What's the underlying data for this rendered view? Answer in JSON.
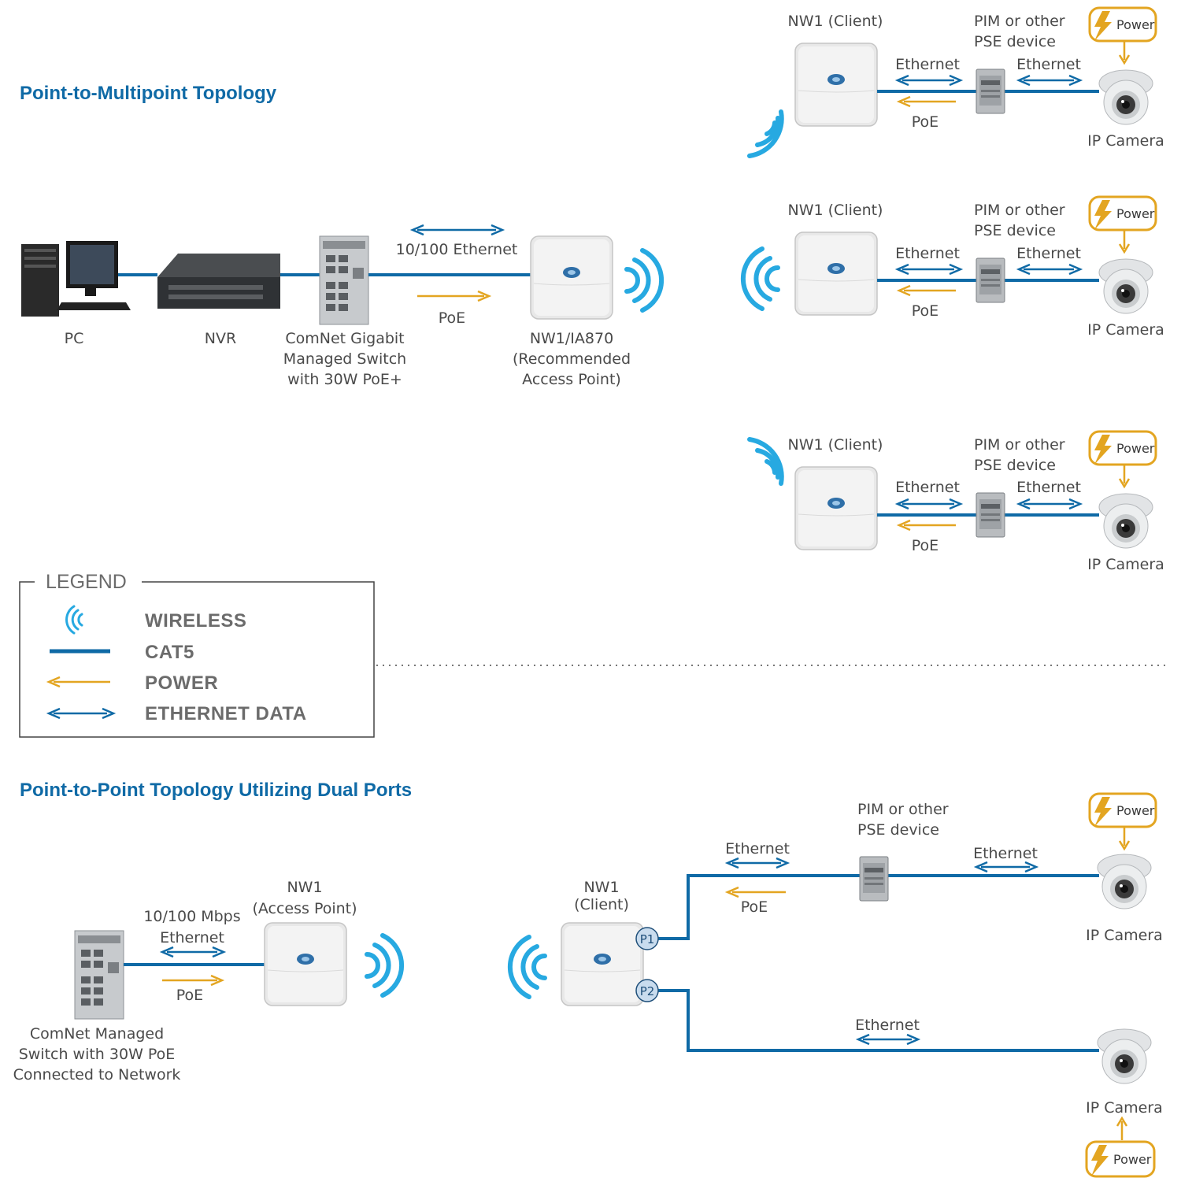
{
  "titles": {
    "multipoint": "Point-to-Multipoint Topology",
    "dual": "Point-to-Point Topology Utilizing Dual Ports"
  },
  "colors": {
    "cat5": "#0f6aa6",
    "power": "#e3a521",
    "wireless": "#27a9e1",
    "text": "#4a4a4a"
  },
  "multipoint": {
    "pc": "PC",
    "nvr": "NVR",
    "switch": [
      "ComNet Gigabit",
      "Managed Switch",
      "with 30W PoE+"
    ],
    "ethernet": "10/100 Ethernet",
    "poe": "PoE",
    "ap": [
      "NW1/IA870",
      "(Recommended",
      "Access Point)"
    ],
    "clients": [
      {
        "client": "NW1 (Client)",
        "pse": [
          "PIM or other",
          "PSE device"
        ],
        "eth1": "Ethernet",
        "eth2": "Ethernet",
        "poe": "PoE",
        "camera": "IP Camera",
        "power": "Power"
      },
      {
        "client": "NW1 (Client)",
        "pse": [
          "PIM or other",
          "PSE device"
        ],
        "eth1": "Ethernet",
        "eth2": "Ethernet",
        "poe": "PoE",
        "camera": "IP Camera",
        "power": "Power"
      },
      {
        "client": "NW1 (Client)",
        "pse": [
          "PIM or other",
          "PSE device"
        ],
        "eth1": "Ethernet",
        "eth2": "Ethernet",
        "poe": "PoE",
        "camera": "IP Camera",
        "power": "Power"
      }
    ]
  },
  "legend": {
    "title": "LEGEND",
    "items": [
      "WIRELESS",
      "CAT5",
      "POWER",
      "ETHERNET DATA"
    ]
  },
  "dual": {
    "switch": [
      "ComNet Managed",
      "Switch with 30W PoE",
      "Connected to Network"
    ],
    "mbps": [
      "10/100 Mbps",
      "Ethernet"
    ],
    "poe": "PoE",
    "ap": [
      "NW1",
      "(Access Point)"
    ],
    "client": [
      "NW1",
      "(Client)"
    ],
    "p1": "P1",
    "p2": "P2",
    "pse": [
      "PIM or other",
      "PSE device"
    ],
    "eth_top_left": "Ethernet",
    "poe_top": "PoE",
    "eth_top_right": "Ethernet",
    "eth_bottom": "Ethernet",
    "camera1": "IP Camera",
    "camera2": "IP Camera",
    "power1": "Power",
    "power2": "Power"
  }
}
